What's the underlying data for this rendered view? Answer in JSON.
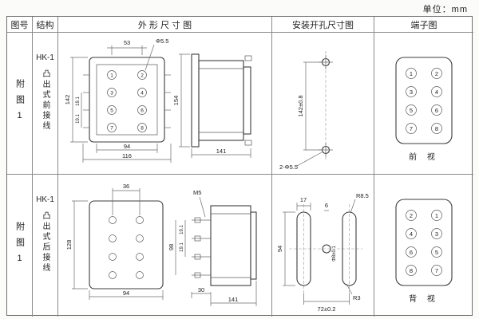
{
  "unit_label": "单位：mm",
  "headers": {
    "fig_no": "图号",
    "structure": "结构",
    "outline": "外 形 尺 寸 图",
    "install": "安装开孔尺寸图",
    "terminal": "端子图"
  },
  "rows": [
    {
      "fig_label": "附图1",
      "model": "HK-1",
      "mounting": "凸出式前接线",
      "outline": {
        "top_width": "53",
        "hole": "Φ5.5",
        "height": "142",
        "pitch_a": "19.1",
        "pitch_b": "19.1",
        "inner_width": "94",
        "outer_width": "116",
        "side_height": "154",
        "side_depth": "141",
        "terminals": [
          "1",
          "2",
          "3",
          "4",
          "5",
          "6",
          "7",
          "8"
        ]
      },
      "install": {
        "hole_spacing": "142±0.8",
        "holes": "2-Φ5.5"
      },
      "terminal": {
        "left": [
          "1",
          "3",
          "5",
          "7"
        ],
        "right": [
          "2",
          "4",
          "6",
          "8"
        ],
        "view": "前 视"
      }
    },
    {
      "fig_label": "附图1",
      "model": "HK-1",
      "mounting": "凸出式后接线",
      "outline": {
        "stud_span": "36",
        "height": "128",
        "width": "94",
        "screw": "M5",
        "stud_height": "98",
        "pitch_a": "19.1",
        "pitch_b": "19.1",
        "stud_len": "30",
        "side_depth": "141"
      },
      "install": {
        "slot_width": "17",
        "offset": "6",
        "slot_radius": "R8.5",
        "slot_height": "94",
        "center_hole": "Φ8±0.1",
        "corner_radius": "R3",
        "slot_spacing": "72±0.2"
      },
      "terminal": {
        "left": [
          "2",
          "4",
          "6",
          "8"
        ],
        "right": [
          "1",
          "3",
          "5",
          "7"
        ],
        "view": "背 视"
      }
    }
  ]
}
